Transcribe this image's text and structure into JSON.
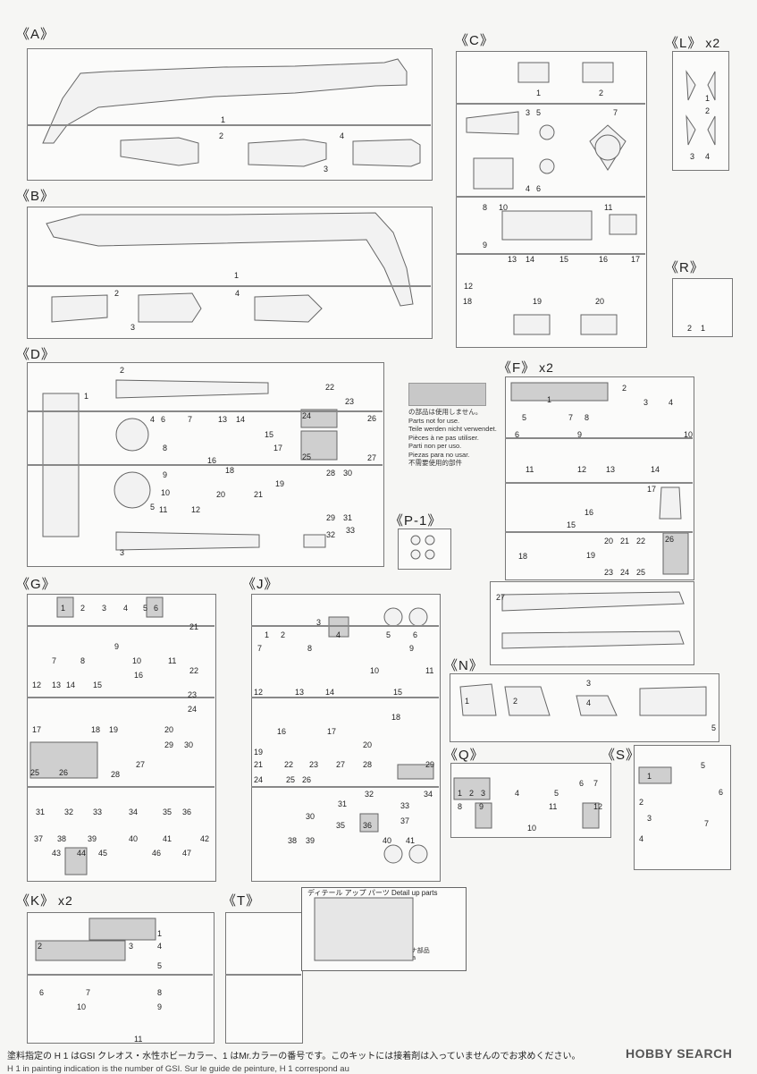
{
  "sprues": {
    "A": {
      "label": "《A》"
    },
    "B": {
      "label": "《B》"
    },
    "C": {
      "label": "《C》"
    },
    "L": {
      "label": "《L》",
      "qty": "x2"
    },
    "R": {
      "label": "《R》"
    },
    "D": {
      "label": "《D》"
    },
    "F": {
      "label": "《F》",
      "qty": "x2"
    },
    "P1": {
      "label": "《P-1》"
    },
    "G": {
      "label": "《G》"
    },
    "J": {
      "label": "《J》"
    },
    "N": {
      "label": "《N》"
    },
    "Q": {
      "label": "《Q》"
    },
    "S": {
      "label": "《S》"
    },
    "K": {
      "label": "《K》",
      "qty": "x2"
    },
    "T": {
      "label": "《T》"
    }
  },
  "legend": {
    "lines": [
      "の部品は使用しません。",
      "Parts not for use.",
      "Teile werden nicht verwendet.",
      "Pièces à ne pas utiliser.",
      "Parti non per uso.",
      "Piezas para no usar.",
      "不需要使用的部件"
    ]
  },
  "detail_parts": {
    "title": "ディテール アップ パーツ Detail up parts",
    "antenna_jp": "アンテナ部品",
    "antenna_en": "Antenna"
  },
  "footer": {
    "line1": "塗料指定の H 1 はGSI クレオス・水性ホビーカラー、1 はMr.カラーの番号です。このキットには接着剤は入っていませんのでお求めください。",
    "line2": "H 1  in painting indication is the number of GSI.  Sur le guide de peinture, H 1 correspond au"
  },
  "watermark": "HOBBY SEARCH",
  "part_numbers": {
    "A": [
      "1",
      "2",
      "3",
      "4"
    ],
    "B": [
      "1",
      "2",
      "3",
      "4"
    ],
    "C": [
      "1",
      "2",
      "3",
      "4",
      "5",
      "6",
      "7",
      "8",
      "9",
      "10",
      "11",
      "12",
      "13",
      "14",
      "15",
      "16",
      "17",
      "18",
      "19",
      "20"
    ],
    "L": [
      "1",
      "2",
      "3",
      "4"
    ],
    "R": [
      "1",
      "2"
    ],
    "D": [
      "1",
      "2",
      "3",
      "4",
      "5",
      "6",
      "7",
      "8",
      "9",
      "10",
      "11",
      "12",
      "13",
      "14",
      "15",
      "16",
      "17",
      "18",
      "19",
      "20",
      "21",
      "22",
      "23",
      "24",
      "25",
      "26",
      "27",
      "28",
      "29",
      "30",
      "31",
      "32",
      "33"
    ],
    "F": [
      "1",
      "2",
      "3",
      "4",
      "5",
      "6",
      "7",
      "8",
      "9",
      "10",
      "11",
      "12",
      "13",
      "14",
      "15",
      "16",
      "17",
      "18",
      "19",
      "20",
      "21",
      "22",
      "23",
      "24",
      "25",
      "26",
      "27"
    ],
    "G": [
      "1",
      "2",
      "3",
      "4",
      "5",
      "6",
      "7",
      "8",
      "9",
      "10",
      "11",
      "12",
      "13",
      "14",
      "15",
      "16",
      "17",
      "18",
      "19",
      "20",
      "21",
      "22",
      "23",
      "24",
      "25",
      "26",
      "27",
      "28",
      "29",
      "30",
      "31",
      "32",
      "33",
      "34",
      "35",
      "36",
      "37",
      "38",
      "39",
      "40",
      "41",
      "42",
      "43",
      "44",
      "45",
      "46",
      "47"
    ],
    "J": [
      "1",
      "2",
      "3",
      "4",
      "5",
      "6",
      "7",
      "8",
      "9",
      "10",
      "11",
      "12",
      "13",
      "14",
      "15",
      "16",
      "17",
      "18",
      "19",
      "20",
      "21",
      "22",
      "23",
      "24",
      "25",
      "26",
      "27",
      "28",
      "29",
      "30",
      "31",
      "32",
      "33",
      "34",
      "35",
      "36",
      "37",
      "38",
      "39",
      "40",
      "41"
    ],
    "N": [
      "1",
      "2",
      "3",
      "4",
      "5"
    ],
    "Q": [
      "1",
      "2",
      "3",
      "4",
      "5",
      "6",
      "7",
      "8",
      "9",
      "10",
      "11",
      "12"
    ],
    "S": [
      "1",
      "2",
      "3",
      "4",
      "5",
      "6",
      "7"
    ],
    "K": [
      "1",
      "2",
      "3",
      "4",
      "5",
      "6",
      "7",
      "8",
      "9",
      "10",
      "11"
    ],
    "T": []
  }
}
